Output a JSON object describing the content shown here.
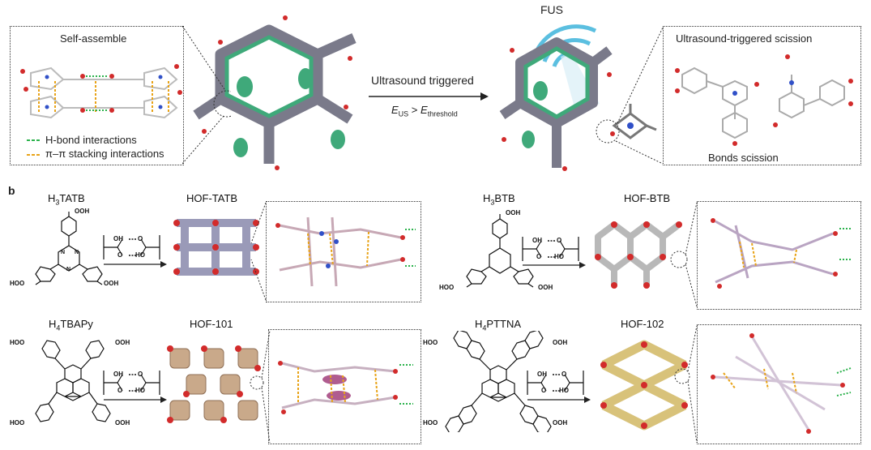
{
  "panel_a": {
    "self_assemble_title": "Self-assemble",
    "legend_hbond": "H-bond interactions",
    "legend_pipi": "π–π stacking interactions",
    "arrow_label": "Ultrasound triggered",
    "energy_E": "E",
    "energy_US": "US",
    "energy_gt": " > ",
    "energy_threshold": "threshold",
    "fus_label": "FUS",
    "scission_title": "Ultrasound-triggered scission",
    "bonds_scission": "Bonds scission"
  },
  "panel_b": {
    "panel_letter": "b",
    "items": [
      {
        "ligand_prefix": "H",
        "ligand_sub": "3",
        "ligand_suffix": "TATB",
        "framework": "HOF-TATB"
      },
      {
        "ligand_prefix": "H",
        "ligand_sub": "3",
        "ligand_suffix": "BTB",
        "framework": "HOF-BTB"
      },
      {
        "ligand_prefix": "H",
        "ligand_sub": "4",
        "ligand_suffix": "TBAPy",
        "framework": "HOF-101"
      },
      {
        "ligand_prefix": "H",
        "ligand_sub": "4",
        "ligand_suffix": "PTTNA",
        "framework": "HOF-102"
      }
    ],
    "group_ooh": "OOH",
    "group_hoo": "HOO",
    "dimer_oh": "OH",
    "dimer_ho": "HO",
    "dimer_o": "O"
  },
  "colors": {
    "framework_green": "#3fa97a",
    "hbond_green": "#2bb24c",
    "pipi_orange": "#e8a317",
    "fus_blue": "#5bbfe0",
    "oxygen_red": "#d22b2b",
    "nitrogen_blue": "#3050c8",
    "carbon_grey": "#9a9a9a",
    "hof101_tan": "#c9a98a",
    "hof102_gold": "#d8c27a"
  }
}
